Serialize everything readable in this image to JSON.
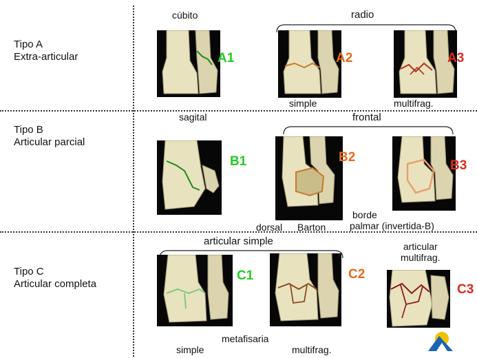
{
  "rows": [
    {
      "title": "Tipo A",
      "subtitle": "Extra-articular"
    },
    {
      "title": "Tipo B",
      "subtitle": "Articular parcial"
    },
    {
      "title": "Tipo C",
      "subtitle": "Articular completa"
    }
  ],
  "headers": {
    "cubito": "cúbito",
    "radio": "radio",
    "sagital": "sagital",
    "frontal": "frontal",
    "articular_simple": "articular simple",
    "articular_multifrag_1": "articular",
    "articular_multifrag_2": "multifrag."
  },
  "subs": {
    "a2": "simple",
    "a3": "multifrag.",
    "b2_dorsal": "dorsal",
    "b2_barton": "Barton",
    "b3_borde": "borde",
    "b3_palmar": "palmar (invertida-B)",
    "c_simple": "simple",
    "c_metafisaria": "metafisaria",
    "c_multifrag": "multifrag."
  },
  "codes": {
    "A1": "A1",
    "A2": "A2",
    "A3": "A3",
    "B1": "B1",
    "B2": "B2",
    "B3": "B3",
    "C1": "C1",
    "C2": "C2",
    "C3": "C3"
  },
  "colors": {
    "green": "#22cc22",
    "orange": "#e86a1a",
    "red": "#dd2a1a",
    "bone": "#e9e2bf",
    "logo_yellow": "#f2c200",
    "logo_blue": "#1a64b4"
  }
}
